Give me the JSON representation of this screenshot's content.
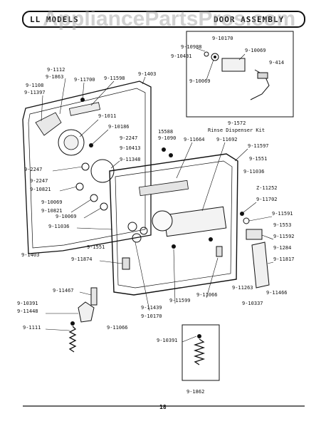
{
  "header": {
    "left": "LL MODELS",
    "right": "DOOR ASSEMBLY"
  },
  "watermark": "AppliancePartsPros.com",
  "page_number": "18",
  "kit_labels": {
    "rinse_part": "9-1572",
    "rinse_name": "Rinse Dispenser Kit",
    "spring_part": "9-1862"
  },
  "callouts": {
    "c1": "9-10170",
    "c2": "9-10988",
    "c3": "9-10069",
    "c4": "9-10431",
    "c5": "9-414",
    "c6": "9-10069",
    "c7": "9-1112",
    "c8": "9-1863",
    "c9": "9-1108",
    "c10": "9-11397",
    "c11": "9-11700",
    "c12": "9-11598",
    "c13": "9-1403",
    "c14": "9-1011",
    "c15": "9-10186",
    "c16": "9-2247",
    "c17": "9-10413",
    "c18": "9-11348",
    "c19": "15588",
    "c20": "9-1090",
    "c21": "9-11664",
    "c22": "9-11692",
    "c23": "9-11597",
    "c24": "9-1551",
    "c25": "9-11036",
    "c26": "9-2247",
    "c27": "9-2247",
    "c28": "9-10821",
    "c29": "9-10069",
    "c30": "9-10821",
    "c31": "9-10069",
    "c32": "9-11036",
    "c33": "Z-11252",
    "c34": "9-11702",
    "c35": "9-11591",
    "c36": "9-1553",
    "c37": "9-11592",
    "c38": "9-1284",
    "c39": "9-11817",
    "c40": "9-1403",
    "c41": "9-1551",
    "c42": "9-11874",
    "c43": "9-11467",
    "c44": "9-11263",
    "c45": "9-11066",
    "c46": "9-11599",
    "c47": "9-11466",
    "c48": "9-10337",
    "c49": "9-11439",
    "c50": "9-10170",
    "c51": "9-10391",
    "c52": "9-11448",
    "c53": "9-1111",
    "c54": "9-11066",
    "c55": "9-10391"
  }
}
